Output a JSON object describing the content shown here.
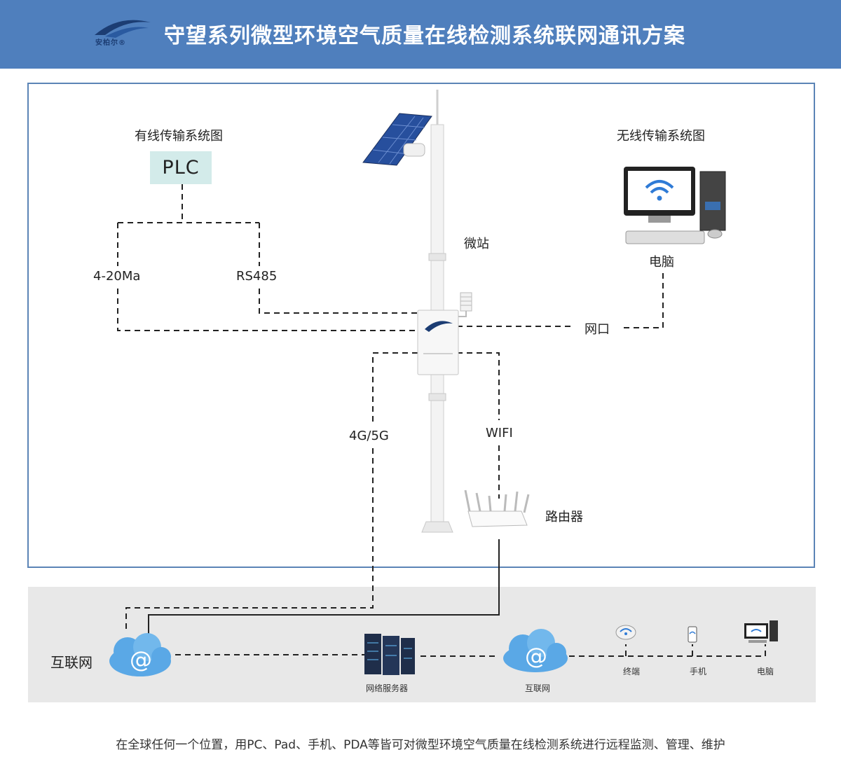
{
  "header": {
    "title": "守望系列微型环境空气质量在线检测系统联网通讯方案",
    "logo_text": "安柏尔®"
  },
  "diagram": {
    "wired_title": "有线传输系统图",
    "wireless_title": "无线传输系统图",
    "plc": "PLC",
    "micro_station": "微站",
    "computer": "电脑",
    "network_port": "网口",
    "current_loop": "4-20Ma",
    "rs485": "RS485",
    "cellular": "4G/5G",
    "wifi": "WIFI",
    "router": "路由器"
  },
  "internet_band": {
    "internet_left": "互联网",
    "server": "网络服务器",
    "internet_center": "互联网",
    "terminal": "终端",
    "phone": "手机",
    "computer": "电脑"
  },
  "footer": {
    "text": "在全球任何一个位置，用PC、Pad、手机、PDA等皆可对微型环境空气质量在线检测系统进行远程监测、管理、维护"
  },
  "colors": {
    "header_bg": "#4f7fbd",
    "frame_border": "#5b84b6",
    "plc_bg": "#d3ebea",
    "band_bg": "#e8e8e8",
    "cloud_blue": "#5aa8e6"
  }
}
